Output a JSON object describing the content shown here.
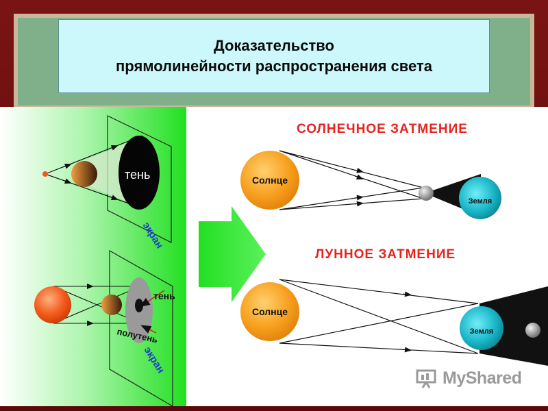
{
  "title": {
    "line1": "Доказательство",
    "line2": "прямолинейности распространения света"
  },
  "left": {
    "shadow_label": "тень",
    "screen_label": "экран",
    "penumbra_label": "полутень"
  },
  "solar": {
    "heading": "СОЛНЕЧНОЕ ЗАТМЕНИЕ",
    "sun_label": "Солнце",
    "earth_label": "Земля"
  },
  "lunar": {
    "heading": "ЛУННОЕ ЗАТМЕНИЕ",
    "sun_label": "Солнце",
    "earth_label": "Земля"
  },
  "brand": {
    "text": "MyShared"
  },
  "colors": {
    "heading_red": "#e8231e",
    "screen_label_blue": "#1e3ec8",
    "green_panel": "#2ee82e",
    "sun_orange": "#f8a01e",
    "earth_teal": "#1ab6c8"
  }
}
